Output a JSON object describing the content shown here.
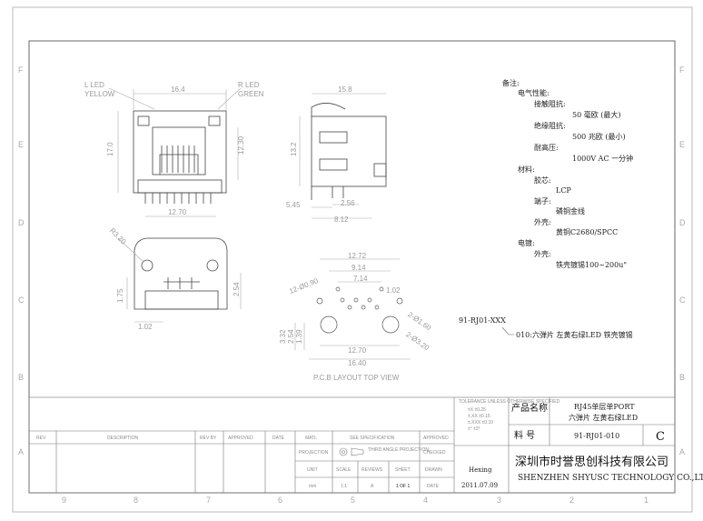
{
  "drawing": {
    "zones_top": [
      "F",
      "E",
      "D",
      "C",
      "B",
      "A"
    ],
    "zones_bottom": [
      "9",
      "8",
      "7",
      "6",
      "5",
      "4",
      "3",
      "2",
      "1"
    ],
    "front_view": {
      "l_led": "L LED",
      "l_led_color": "YELLOW",
      "r_led": "R LED",
      "r_led_color": "GREEN",
      "dim_width": "16.4",
      "dim_height": "17.0",
      "dim_side": "12.30",
      "dim_bottom": "12.70"
    },
    "side_view": {
      "dim_top": "15.8",
      "dim_height": "13.2",
      "dim_a": "5.45",
      "dim_b": "2.56",
      "dim_c": "8.12"
    },
    "bottom_view": {
      "dim_r": "R3.20",
      "dim_h1": "1.75",
      "dim_h2": "2.54",
      "dim_w": "1.02"
    },
    "pcb_layout": {
      "dim_1": "12.72",
      "dim_2": "9.14",
      "dim_3": "7.14",
      "dim_4": "1.02",
      "dim_hole": "12-Ø0.90",
      "dim_5": "3.32",
      "dim_6": "2.54",
      "dim_7": "1.39",
      "dim_8": "12.70",
      "dim_9": "16.40",
      "dim_r1": "2-Ø1.60",
      "dim_r2": "2-Ø3.20",
      "caption": "P.C.B LAYOUT TOP VIEW"
    },
    "notes": {
      "heading": "备注:",
      "lines": [
        "电气性能:",
        "接触阻抗:",
        "50 毫欧 (最大)",
        "绝缘阻抗:",
        "500 兆欧 (最小)",
        "耐高压:",
        "1000V AC 一分钟",
        "材料:",
        "胶芯:",
        "LCP",
        "端子:",
        "磷铜金线",
        "外壳:",
        "黄铜C2680/SPCC",
        "电镀:",
        "外壳:",
        "铁壳镀锡100~200u\""
      ]
    },
    "part_code": {
      "code": "91-RJ01-XXX",
      "variant": "010:六弹片 左黄右绿LED 铁壳镀锡"
    },
    "title_block": {
      "tolerance_label": "TOLERANCE UNLESS OTHERWISE SPECIFIED",
      "tolerance_lines": [
        "±X ±0.25",
        "±.XX ±0.15",
        "±.XXX ±0.10",
        "±° ±3°"
      ],
      "product_name_label": "产品名称",
      "product_name_1": "RJ45单层单PORT",
      "product_name_2": "六弹片 左黄右绿LED",
      "part_no_label": "料 号",
      "part_no": "91-RJ01-010",
      "rev": "C",
      "company_cn": "深圳市时誉思创科技有限公司",
      "company_en": "SHENZHEN SHYUSC TECHNOLOGY CO.,LTD",
      "rev_header": [
        "REV",
        "DESCRIPTION",
        "REV BY",
        "APPROVED",
        "DATE"
      ],
      "mat_label": "MATL",
      "see_spec": "SEE SPECIFICATION",
      "approved": "APPROVED",
      "projection": "PROJECTION",
      "third_angle": "THIRD ANGLE PROJECTION",
      "checked": "CHECKED",
      "unit": "UNIT",
      "scale": "SCALE",
      "reviews": "REVIEWS",
      "sheet": "SHEET",
      "drawn": "DRAWN",
      "unit_value": "mm",
      "scale_value": "1:1",
      "reviews_value": "A",
      "sheet_value": "1 OF 1",
      "date_label": "DATE",
      "drawn_by": "Hexing",
      "date": "2011.07.09"
    }
  }
}
